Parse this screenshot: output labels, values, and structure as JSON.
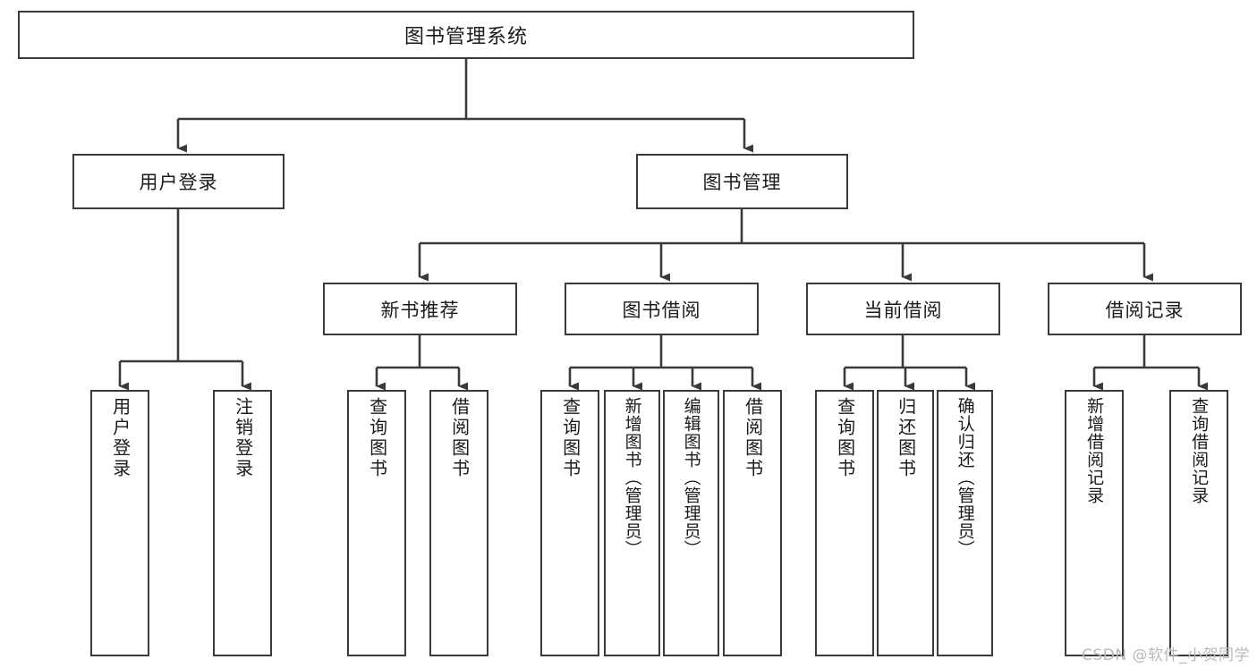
{
  "diagram": {
    "title": "图书管理系统",
    "type": "hierarchy-tree",
    "watermark": "CSDN @软件_小贺同学",
    "colors": {
      "box_border": "#3a3a3a",
      "box_fill": "#ffffff",
      "connector": "#3a3a3a",
      "text": "#1b1b1b",
      "watermark": "#b9b9b9",
      "background": "#ffffff"
    }
  },
  "nodes": {
    "root": {
      "label": "图书管理系统",
      "level": 0
    },
    "level1": [
      {
        "id": "user-login",
        "label": "用户登录"
      },
      {
        "id": "book-manage",
        "label": "图书管理"
      }
    ],
    "level2": [
      {
        "id": "new-book-recommend",
        "label": "新书推荐",
        "parent": "book-manage"
      },
      {
        "id": "book-borrow",
        "label": "图书借阅",
        "parent": "book-manage"
      },
      {
        "id": "current-borrow",
        "label": "当前借阅",
        "parent": "book-manage"
      },
      {
        "id": "borrow-record",
        "label": "借阅记录",
        "parent": "book-manage"
      }
    ],
    "leaves": [
      {
        "id": "leaf-user-login",
        "label": "用户登录",
        "parent": "user-login"
      },
      {
        "id": "leaf-user-logout",
        "label": "注销登录",
        "parent": "user-login"
      },
      {
        "id": "leaf-query-book-1",
        "label": "查询图书",
        "parent": "new-book-recommend"
      },
      {
        "id": "leaf-borrow-book-1",
        "label": "借阅图书",
        "parent": "new-book-recommend"
      },
      {
        "id": "leaf-query-book-2",
        "label": "查询图书",
        "parent": "book-borrow"
      },
      {
        "id": "leaf-add-book",
        "label": "新增图书（管理员）",
        "parent": "book-borrow"
      },
      {
        "id": "leaf-edit-book",
        "label": "编辑图书（管理员）",
        "parent": "book-borrow"
      },
      {
        "id": "leaf-borrow-book-2",
        "label": "借阅图书",
        "parent": "book-borrow"
      },
      {
        "id": "leaf-query-book-3",
        "label": "查询图书",
        "parent": "current-borrow"
      },
      {
        "id": "leaf-return-book",
        "label": "归还图书",
        "parent": "current-borrow"
      },
      {
        "id": "leaf-confirm-return",
        "label": "确认归还（管理员）",
        "parent": "current-borrow"
      },
      {
        "id": "leaf-add-record",
        "label": "新增借阅记录",
        "parent": "borrow-record"
      },
      {
        "id": "leaf-query-record",
        "label": "查询借阅记录",
        "parent": "borrow-record"
      }
    ]
  }
}
